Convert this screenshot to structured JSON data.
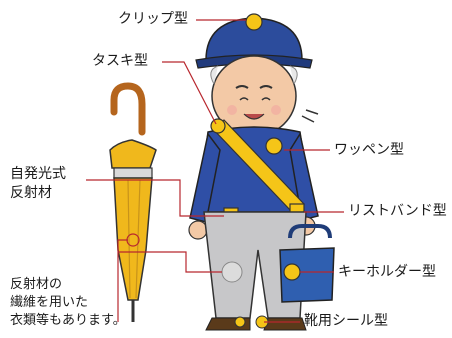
{
  "labels": {
    "clip": "クリップ型",
    "tasuki": "タスキ型",
    "patch": "ワッペン型",
    "wristband": "リストバンド型",
    "keyholder": "キーホルダー型",
    "shoe_sticker": "靴用シール型",
    "jiko_line1": "自発光式",
    "jiko_line2": "反射材",
    "fiber_line1": "反射材の",
    "fiber_line2": "繊維を用いた",
    "fiber_line3": "衣類等もあります。"
  },
  "colors": {
    "reflective_yellow": "#f5c518",
    "leader_line": "#b8272e",
    "jacket_blue": "#2f4fa6",
    "hat_blue": "#2c4c9c",
    "pants_gray": "#c7c7c9",
    "umbrella_yellow": "#f0b81c",
    "umbrella_handle": "#b5651d",
    "skin": "#f3c9a6",
    "outline": "#333333"
  }
}
